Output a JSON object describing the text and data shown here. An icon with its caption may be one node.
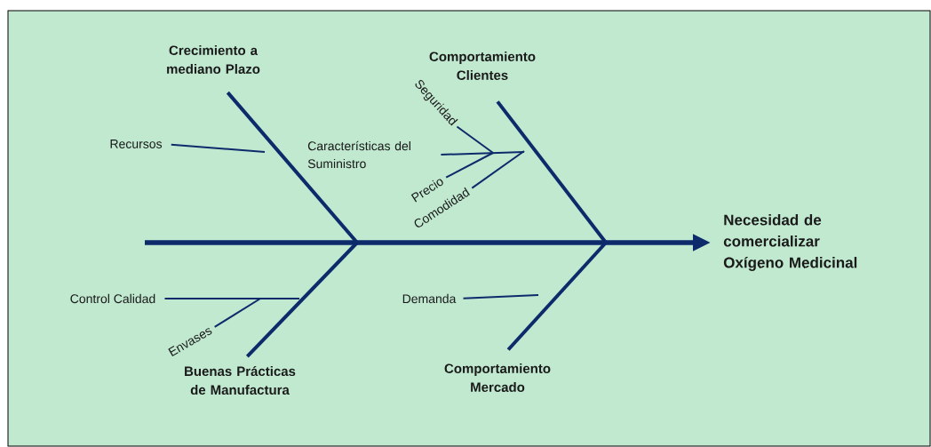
{
  "diagram": {
    "nodes": [
      {
        "text": [
          "Crecimiento a mediano Plazo"
        ]
      },
      {
        "text": [
          "Comportamiento Clientes"
        ]
      },
      {
        "text": [
          "Necesidad de comercializar Oxígeno Medicinal"
        ]
      },
      {
        "text": [
          "Recursos"
        ]
      },
      {
        "text": [
          "Características del Suministro"
        ]
      },
      {
        "text": [
          "Seguridad"
        ]
      },
      {
        "text": [
          "Precio"
        ]
      },
      {
        "text": [
          "Comodidad"
        ]
      },
      {
        "text": [
          "Control Calidad"
        ]
      },
      {
        "text": [
          "Envases"
        ]
      },
      {
        "text": [
          "Buenas Prácticas de Manufactura"
        ]
      },
      {
        "text": [
          "Demanda"
        ]
      },
      {
        "text": [
          "Comportamiento Mercado"
        ]
      }
    ],
    "edges": [
      {
        "from": null,
        "to": 2,
        "arrow": "to",
        "style": "thick"
      },
      {
        "from": 0,
        "to": null,
        "arrow": "none",
        "style": "thick"
      },
      {
        "from": 1,
        "to": null,
        "arrow": "none",
        "style": "thick"
      },
      {
        "from": 10,
        "to": null,
        "arrow": "none",
        "style": "thick"
      },
      {
        "from": 12,
        "to": null,
        "arrow": "none",
        "style": "thick"
      },
      {
        "from": 3,
        "to": null,
        "arrow": "none"
      },
      {
        "from": 4,
        "to": null,
        "arrow": "none"
      },
      {
        "from": 5,
        "to": null,
        "arrow": "none"
      },
      {
        "from": 6,
        "to": null,
        "arrow": "none"
      },
      {
        "from": 7,
        "to": null,
        "arrow": "none"
      },
      {
        "from": 8,
        "to": null,
        "arrow": "none"
      },
      {
        "from": 9,
        "to": null,
        "arrow": "none"
      },
      {
        "from": 11,
        "to": null,
        "arrow": "none"
      }
    ]
  }
}
